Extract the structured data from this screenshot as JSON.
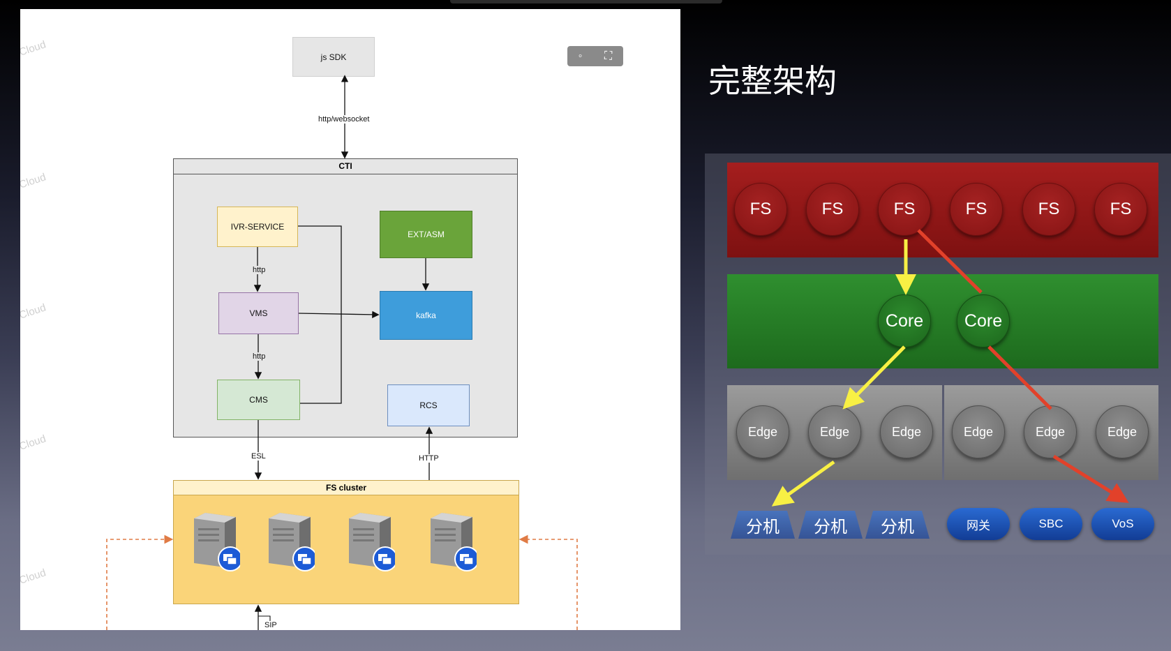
{
  "left_diagram": {
    "watermark": "Cloud",
    "js_sdk": "js SDK",
    "link_sdk_cti": "http/websocket",
    "cti_title": "CTI",
    "ivr_service": "IVR-SERVICE",
    "ext_asm": "EXT/ASM",
    "vms": "VMS",
    "kafka": "kafka",
    "cms": "CMS",
    "rcs": "RCS",
    "link_ivr_vms": "http",
    "link_vms_cms": "http",
    "link_cms_fs": "ESL",
    "link_fs_rcs": "HTTP",
    "fs_cluster_title": "FS cluster",
    "link_sip": "SIP",
    "colors": {
      "ivr": "#fff2cc",
      "ext": "#6aa43a",
      "vms": "#e1d5e7",
      "kafka": "#3e9ddb",
      "cms": "#d5e8d4",
      "rcs": "#dae8fc",
      "fs": "#fad479"
    }
  },
  "toolbar": {
    "icons": [
      "comment-icon",
      "fullscreen-icon"
    ]
  },
  "slide": {
    "title": "完整架构",
    "fs_nodes": [
      "FS",
      "FS",
      "FS",
      "FS",
      "FS",
      "FS"
    ],
    "core_nodes": [
      "Core",
      "Core"
    ],
    "edge_nodes": [
      "Edge",
      "Edge",
      "Edge",
      "Edge",
      "Edge",
      "Edge"
    ],
    "extensions": [
      "分机",
      "分机",
      "分机"
    ],
    "gateways": [
      "网关",
      "SBC",
      "VoS"
    ],
    "arrow_colors": {
      "yellow": "#f8f044",
      "red": "#e2412a"
    }
  }
}
